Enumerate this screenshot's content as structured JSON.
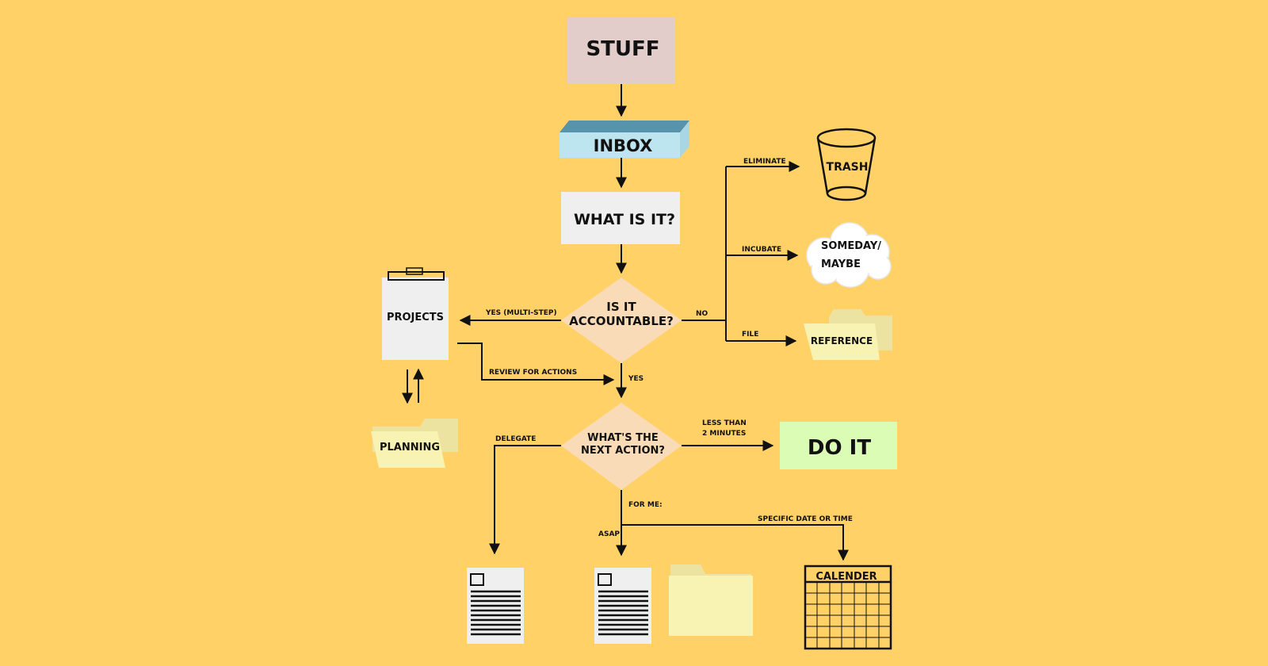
{
  "nodes": {
    "stuff": "STUFF",
    "inbox": "INBOX",
    "what_is_it": "WHAT IS IT?",
    "accountable_line1": "IS IT",
    "accountable_line2": "ACCOUNTABLE?",
    "projects": "PROJECTS",
    "planning": "PLANNING",
    "trash": "TRASH",
    "someday_line1": "SOMEDAY/",
    "someday_line2": "MAYBE",
    "reference": "REFERENCE",
    "next_action_line1": "WHAT'S THE",
    "next_action_line2": "NEXT ACTION?",
    "do_it": "DO IT",
    "calender": "CALENDER"
  },
  "edges": {
    "eliminate": "ELIMINATE",
    "incubate": "INCUBATE",
    "file": "FILE",
    "no": "NO",
    "yes_multi_step": "YES (MULTI-STEP)",
    "review_for_actions": "REVIEW FOR ACTIONS",
    "yes": "YES",
    "delegate": "DELEGATE",
    "less_than_line1": "LESS THAN",
    "less_than_line2": "2 MINUTES",
    "for_me": "FOR ME:",
    "asap": "ASAP",
    "specific_date": "SPECIFIC DATE OR TIME"
  },
  "colors": {
    "background": "#FFD166",
    "stuff_box": "#E3CDCB",
    "inbox_top": "#5793AB",
    "inbox_front": "#BCE5EF",
    "light_box": "#EFEFEF",
    "diamond": "#F9DCB7",
    "folder": "#F8F3B2",
    "folder_tab": "#EDE3A0",
    "do_it": "#DAFCB4",
    "line": "#111111"
  }
}
